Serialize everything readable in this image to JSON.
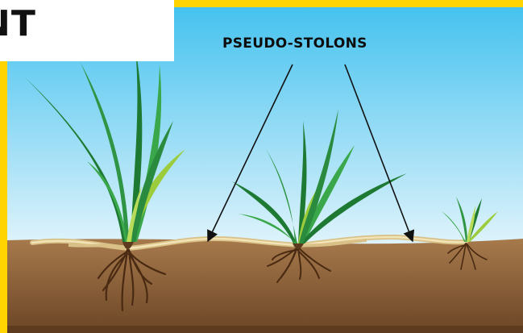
{
  "header": {
    "title_fragment": "NT"
  },
  "diagram": {
    "label": "PSEUDO-STOLONS",
    "plants": [
      "large-plant",
      "medium-plant",
      "small-plant"
    ]
  },
  "colors": {
    "frame_yellow": "#ffd400",
    "sky_top": "#45c2ef",
    "sky_bottom": "#dff3fb",
    "soil_top": "#a77a4c",
    "soil_bottom": "#6b4526",
    "leaf_dark": "#1e7a32",
    "leaf_mid": "#3aa84a",
    "leaf_light": "#9ccc3c",
    "root": "#4a2a12"
  }
}
